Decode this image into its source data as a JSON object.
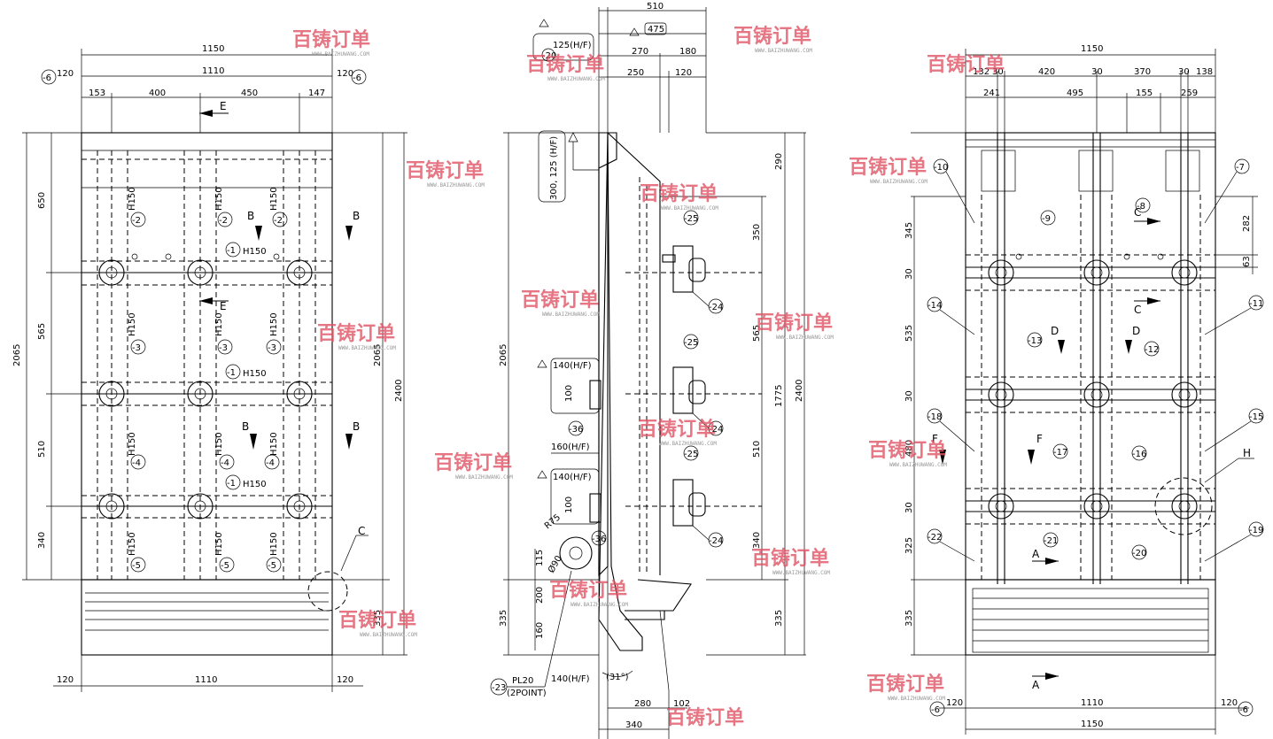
{
  "views": {
    "left": {
      "top_dims": [
        "1150",
        "1110",
        "153",
        "400",
        "450",
        "147"
      ],
      "side_small": [
        "120",
        "120"
      ],
      "bottom_small": [
        "120",
        "120"
      ],
      "bottom_dim": "1110",
      "left_dims": [
        "650",
        "565",
        "510",
        "340",
        "2065"
      ],
      "right_dims": [
        "2065",
        "2400",
        "335"
      ],
      "section_marks": [
        "E",
        "E",
        "B",
        "B",
        "B",
        "B",
        "C"
      ],
      "parts": [
        "-6",
        "-6",
        "-2",
        "-2",
        "-2",
        "-1",
        "-3",
        "-3",
        "-3",
        "-1",
        "-4",
        "-4",
        "-4",
        "-1",
        "-5",
        "-5",
        "-5"
      ],
      "notes": [
        "H150"
      ]
    },
    "middle": {
      "top_dims": [
        "510",
        "475",
        "125(H/F)",
        "270",
        "180",
        "250",
        "120"
      ],
      "part_top": "-20",
      "left_dims": [
        "2065",
        "335"
      ],
      "right_dims": [
        "290",
        "350",
        "565",
        "510",
        "340",
        "335",
        "1775",
        "2400"
      ],
      "notes": [
        "300, 125 (H/F)",
        "140(H/F)",
        "100",
        "140(H/F)",
        "100",
        "160(H/F)",
        "R75",
        "Ø90",
        "115",
        "200",
        "160",
        "PL20",
        "(2POINT)",
        "140(H/F)",
        "(31°)"
      ],
      "parts": [
        "-25",
        "-24",
        "-25",
        "-24",
        "-25",
        "-24",
        "-36",
        "-36",
        "-23"
      ],
      "bottom_dims": [
        "280",
        "102",
        "340"
      ]
    },
    "right": {
      "top_dims": [
        "1150",
        "132",
        "30",
        "420",
        "30",
        "370",
        "30",
        "138",
        "241",
        "495",
        "155",
        "259"
      ],
      "left_dims": [
        "345",
        "30",
        "535",
        "30",
        "480",
        "30",
        "325",
        "335"
      ],
      "right_dims": [
        "282",
        "63"
      ],
      "section_marks": [
        "C",
        "C",
        "D",
        "D",
        "F",
        "F",
        "A",
        "A",
        "H"
      ],
      "parts": [
        "-10",
        "-9",
        "-8",
        "-7",
        "-14",
        "-13",
        "-12",
        "-11",
        "-18",
        "-17",
        "-16",
        "-15",
        "-22",
        "-21",
        "-20",
        "-19",
        "-6",
        "-6"
      ],
      "bottom_small": [
        "120",
        "120"
      ],
      "bottom_dims": [
        "1110",
        "1150"
      ]
    }
  },
  "watermark": {
    "brand": "百铸订单",
    "url": "WWW.BAIZHUWANG.COM"
  }
}
